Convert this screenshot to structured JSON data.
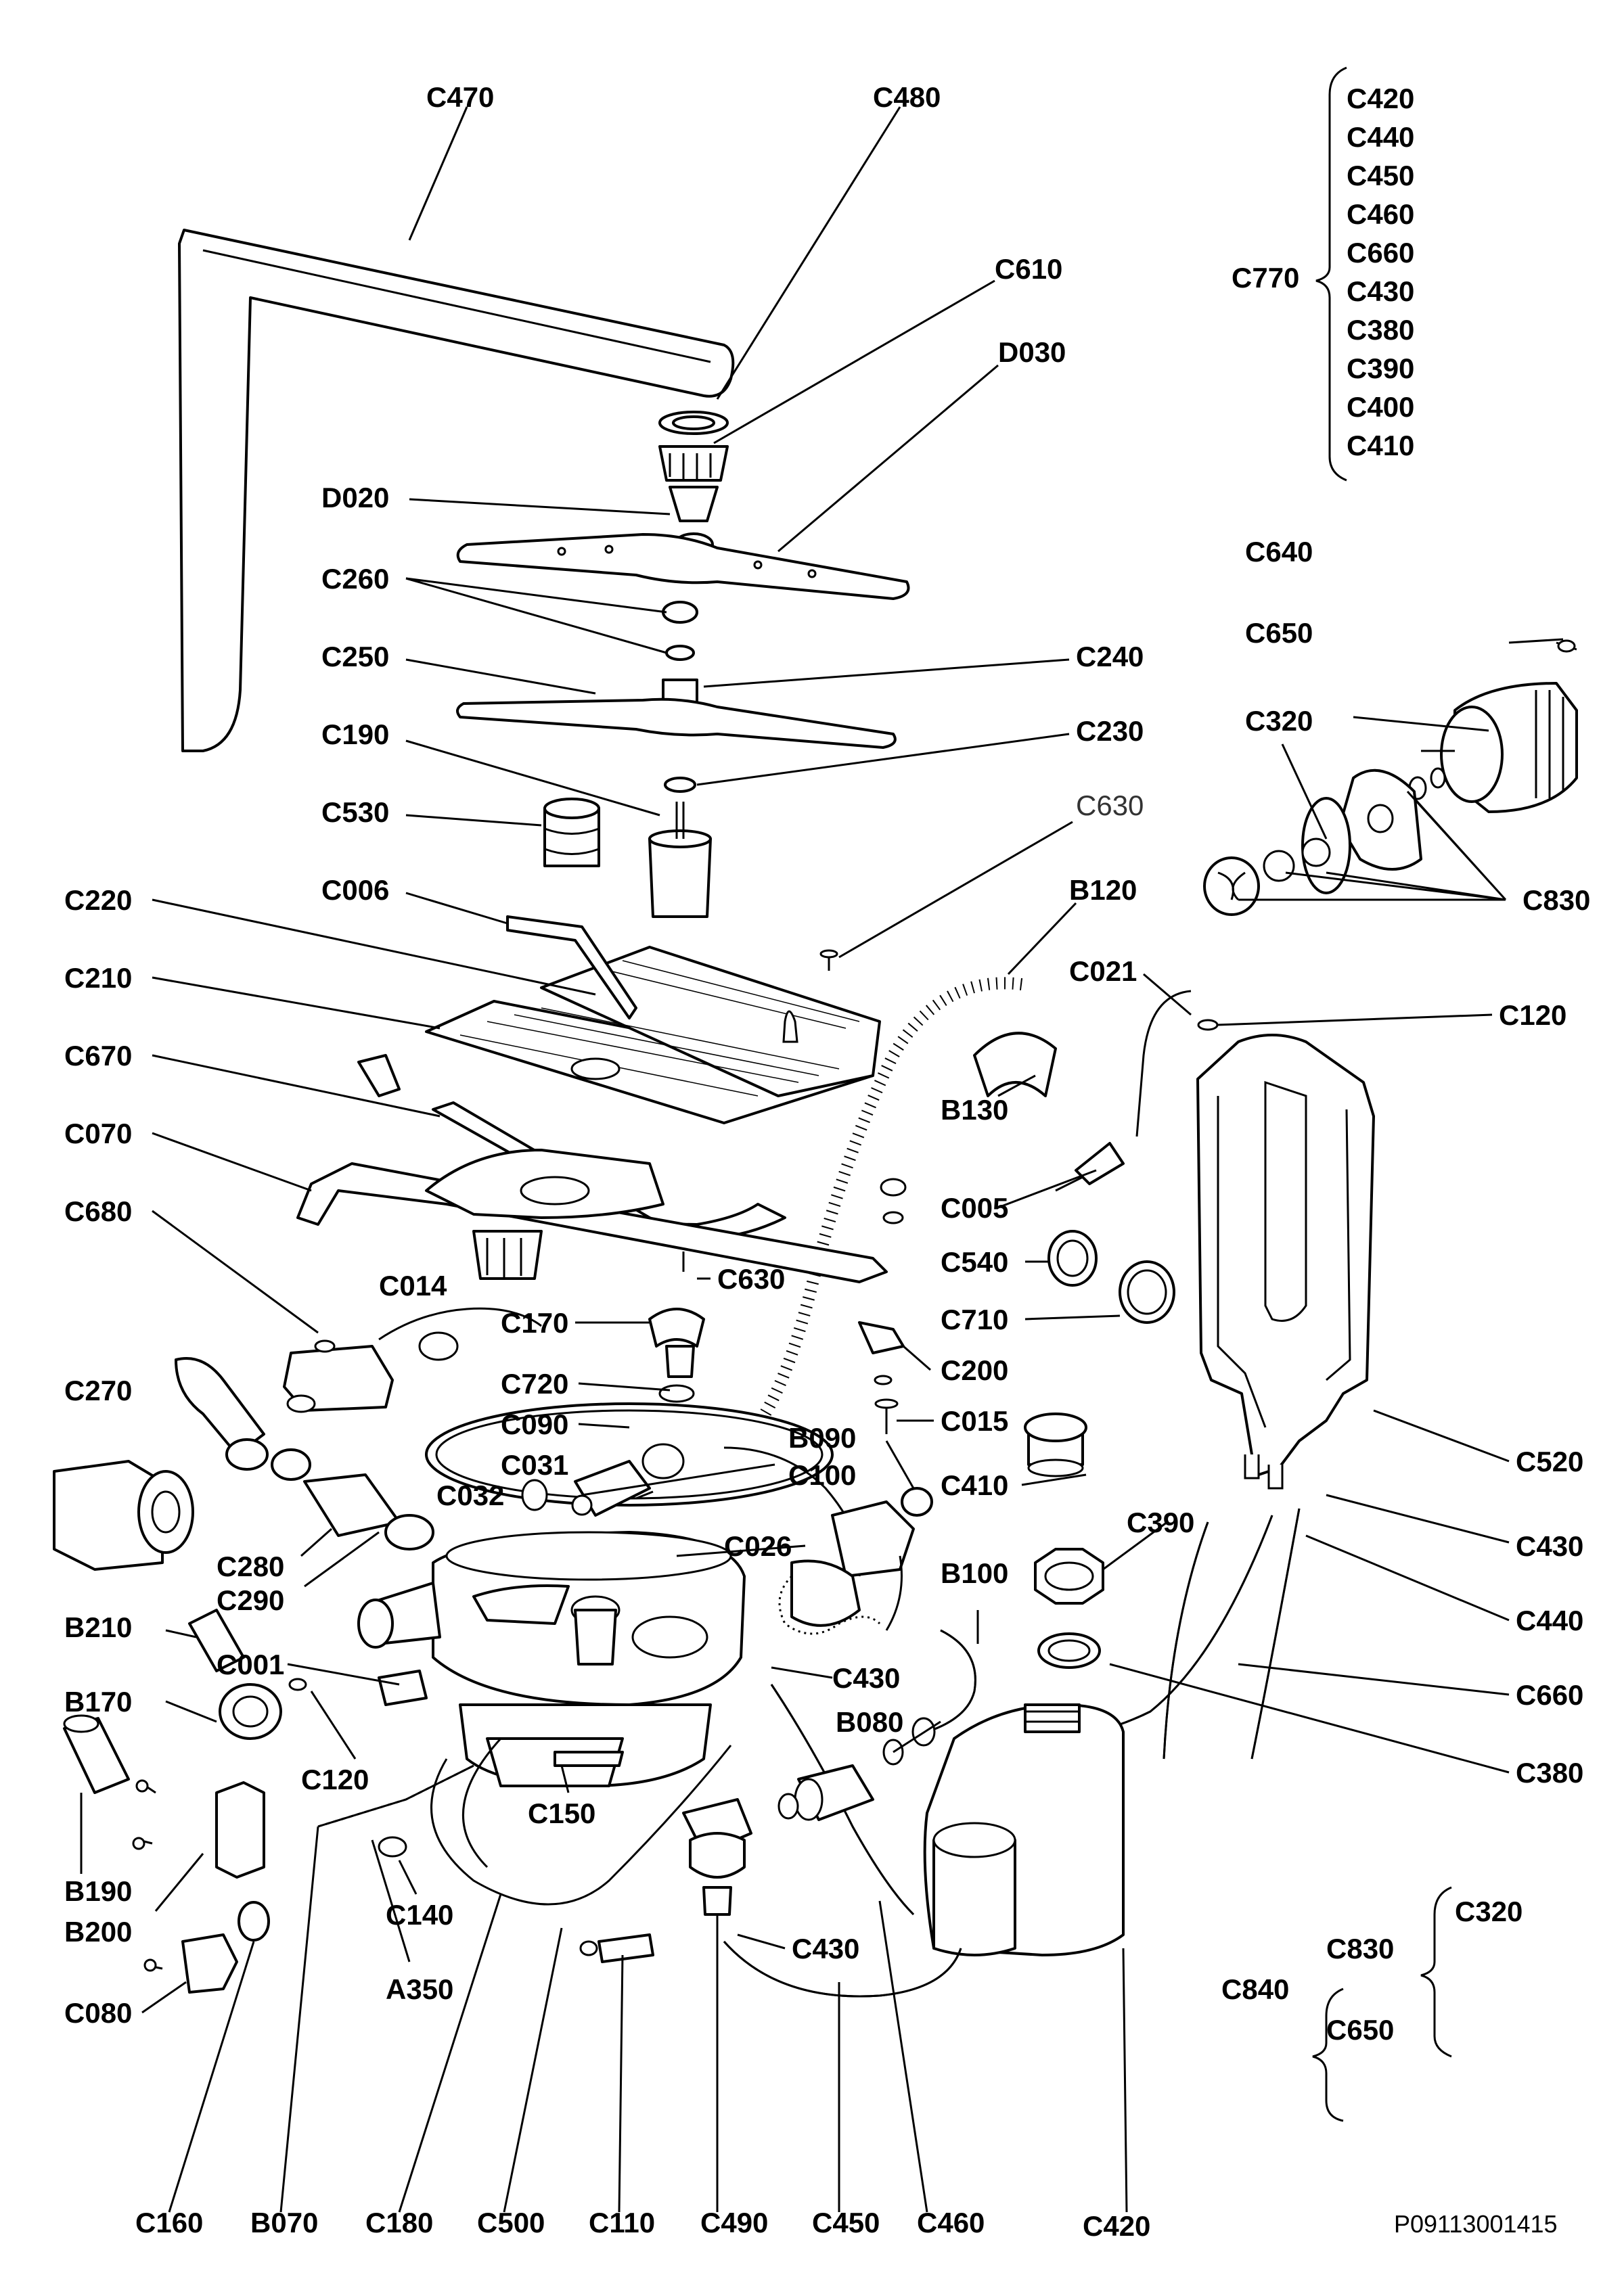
{
  "labels": {
    "C470": "C470",
    "C480": "C480",
    "C610": "C610",
    "D030": "D030",
    "D020": "D020",
    "C260": "C260",
    "C250": "C250",
    "C240": "C240",
    "C230": "C230",
    "C190": "C190",
    "C530": "C530",
    "C630a": "C630",
    "C006": "C006",
    "C220": "C220",
    "B120": "B120",
    "C210": "C210",
    "C021": "C021",
    "C120a": "C120",
    "C670": "C670",
    "B130": "B130",
    "C070": "C070",
    "C005": "C005",
    "C680": "C680",
    "C630b": "C630",
    "C540": "C540",
    "C014": "C014",
    "C710": "C710",
    "C170": "C170",
    "C200": "C200",
    "C270": "C270",
    "C720": "C720",
    "C090": "C090",
    "C015": "C015",
    "C031": "C031",
    "B090": "B090",
    "C100": "C100",
    "C410": "C410",
    "C032": "C032",
    "C520": "C520",
    "C390": "C390",
    "C026": "C026",
    "C430a": "C430",
    "C280": "C280",
    "B100": "B100",
    "C440": "C440",
    "C290": "C290",
    "B210": "B210",
    "C001": "C001",
    "C430b": "C430",
    "C660": "C660",
    "B170": "B170",
    "B080": "B080",
    "C120b": "C120",
    "C380": "C380",
    "C150": "C150",
    "B190": "B190",
    "C140": "C140",
    "C430c": "C430",
    "B200": "B200",
    "A350": "A350",
    "C080": "C080",
    "C640": "C640",
    "C650": "C650",
    "C320": "C320",
    "C830": "C830",
    "C160": "C160",
    "B070": "B070",
    "C180": "C180",
    "C500": "C500",
    "C110": "C110",
    "C490": "C490",
    "C450": "C450",
    "C460": "C460",
    "C420": "C420"
  },
  "group_c770": {
    "name": "C770",
    "items": [
      "C420",
      "C440",
      "C450",
      "C460",
      "C660",
      "C430",
      "C380",
      "C390",
      "C400",
      "C410"
    ]
  },
  "group_c840": {
    "name": "C840",
    "inner": "C830",
    "inner_items": [
      "C320"
    ],
    "items_last": "C650"
  },
  "drawing_code": "P09113001415"
}
